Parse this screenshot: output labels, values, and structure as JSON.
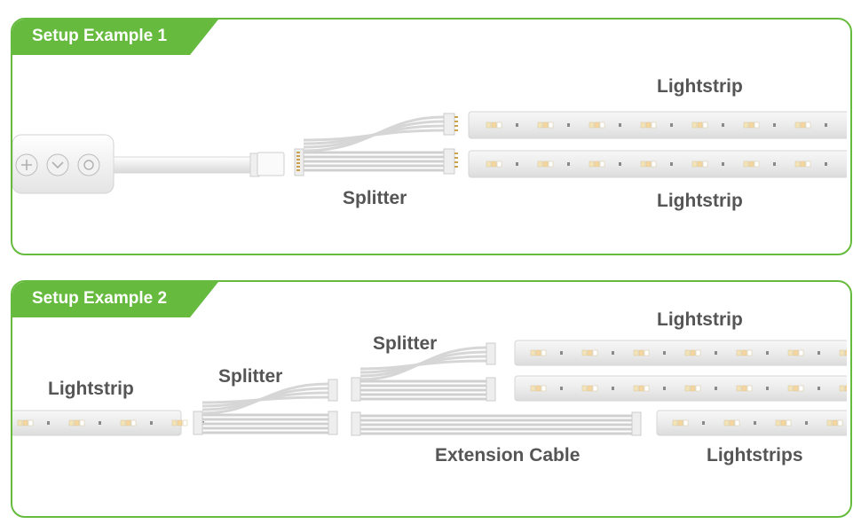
{
  "setup1": {
    "title": "Setup Example 1",
    "labels": {
      "lightstrip_top": "Lightstrip",
      "splitter": "Splitter",
      "lightstrip_bottom": "Lightstrip"
    }
  },
  "setup2": {
    "title": "Setup Example 2",
    "labels": {
      "lightstrip_left": "Lightstrip",
      "splitter_1": "Splitter",
      "splitter_2": "Splitter",
      "lightstrip_top": "Lightstrip",
      "extension_cable": "Extension Cable",
      "lightstrips": "Lightstrips"
    }
  },
  "colors": {
    "accent": "#66bb3f",
    "label_text": "#555555"
  },
  "icons": [
    "controller-plus-icon",
    "controller-down-icon",
    "controller-power-icon"
  ]
}
